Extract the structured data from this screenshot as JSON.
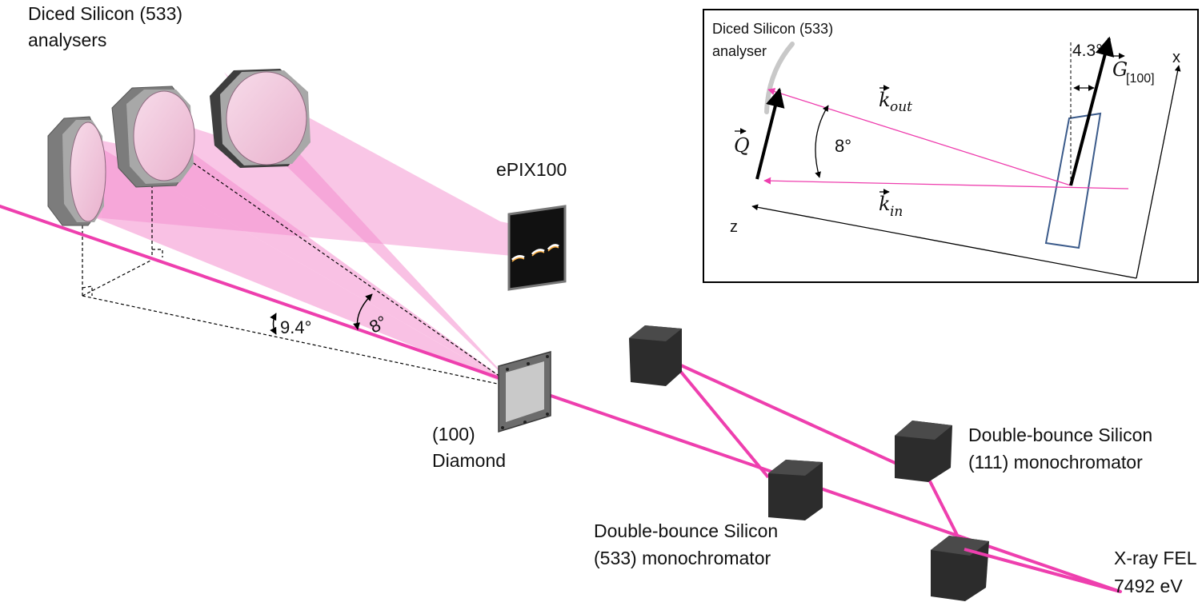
{
  "labels": {
    "analysers_line1": "Diced Silicon (533)",
    "analysers_line2": "analysers",
    "detector": "ePIX100",
    "diamond_line1": "(100)",
    "diamond_line2": "Diamond",
    "mono533_line1": "Double-bounce Silicon",
    "mono533_line2": "(533) monochromator",
    "mono111_line1": "Double-bounce Silicon",
    "mono111_line2": "(111) monochromator",
    "source_line1": "X-ray FEL",
    "source_line2": "7492 eV",
    "angle_94": "9.4°",
    "angle_8_main": "8°"
  },
  "inset": {
    "analyser_line1": "Diced Silicon (533)",
    "analyser_line2": "analyser",
    "k_out": "k",
    "k_out_sub": "out",
    "k_in": "k",
    "k_in_sub": "in",
    "q": "Q",
    "g": "G",
    "g_sub": "[100]",
    "angle_8": "8°",
    "angle_43": "4.3°",
    "axis_x": "x",
    "axis_z": "z"
  },
  "colors": {
    "beam": "#ee3fae",
    "fan": "#f26fc0",
    "analyser_frame": "#8e8e8e",
    "analyser_face": "#f2c6dc",
    "mono_block": "#2d2d2d",
    "inset_crystal": "#3a5a8a"
  }
}
